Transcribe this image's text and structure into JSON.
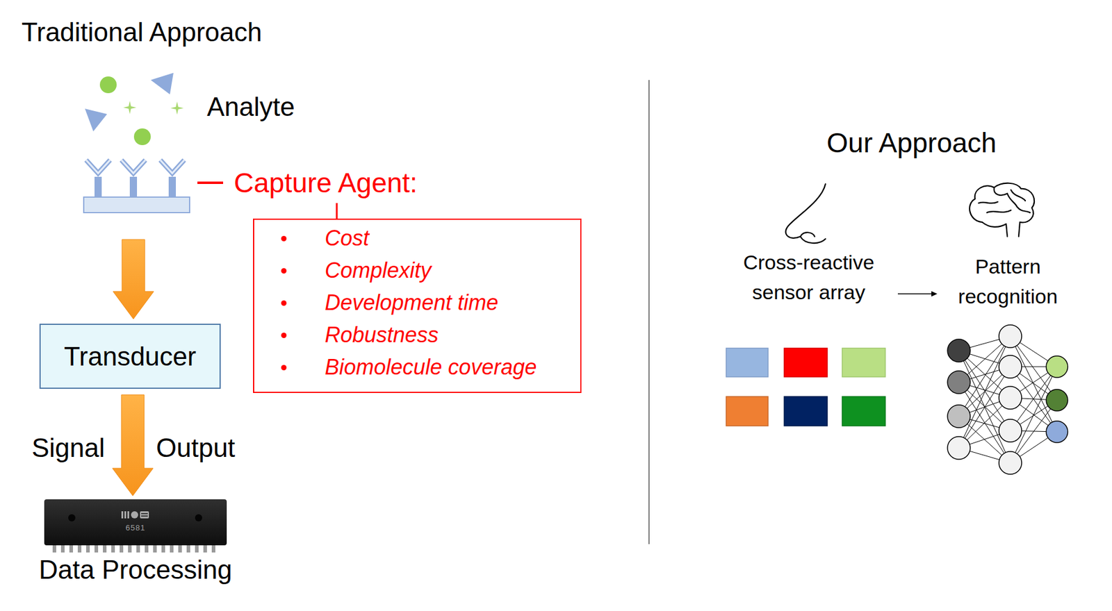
{
  "diagram": {
    "nodes": [
      {
        "text": [
          "Cost",
          "Complexity",
          "Development time",
          "Robustness",
          "Biomolecule coverage"
        ]
      },
      {
        "text": [
          "Transducer"
        ]
      },
      {
        "text": [
          "6581",
          "Data Processing"
        ]
      }
    ],
    "edges": [
      {
        "from": 1,
        "to": 2,
        "arrow": "to"
      }
    ],
    "labels": [
      "Traditional Approach",
      "Analyte",
      "Capture Agent:",
      "Signal",
      "Output",
      "Our Approach",
      "Cross-reactive sensor array",
      "Pattern recognition"
    ]
  }
}
